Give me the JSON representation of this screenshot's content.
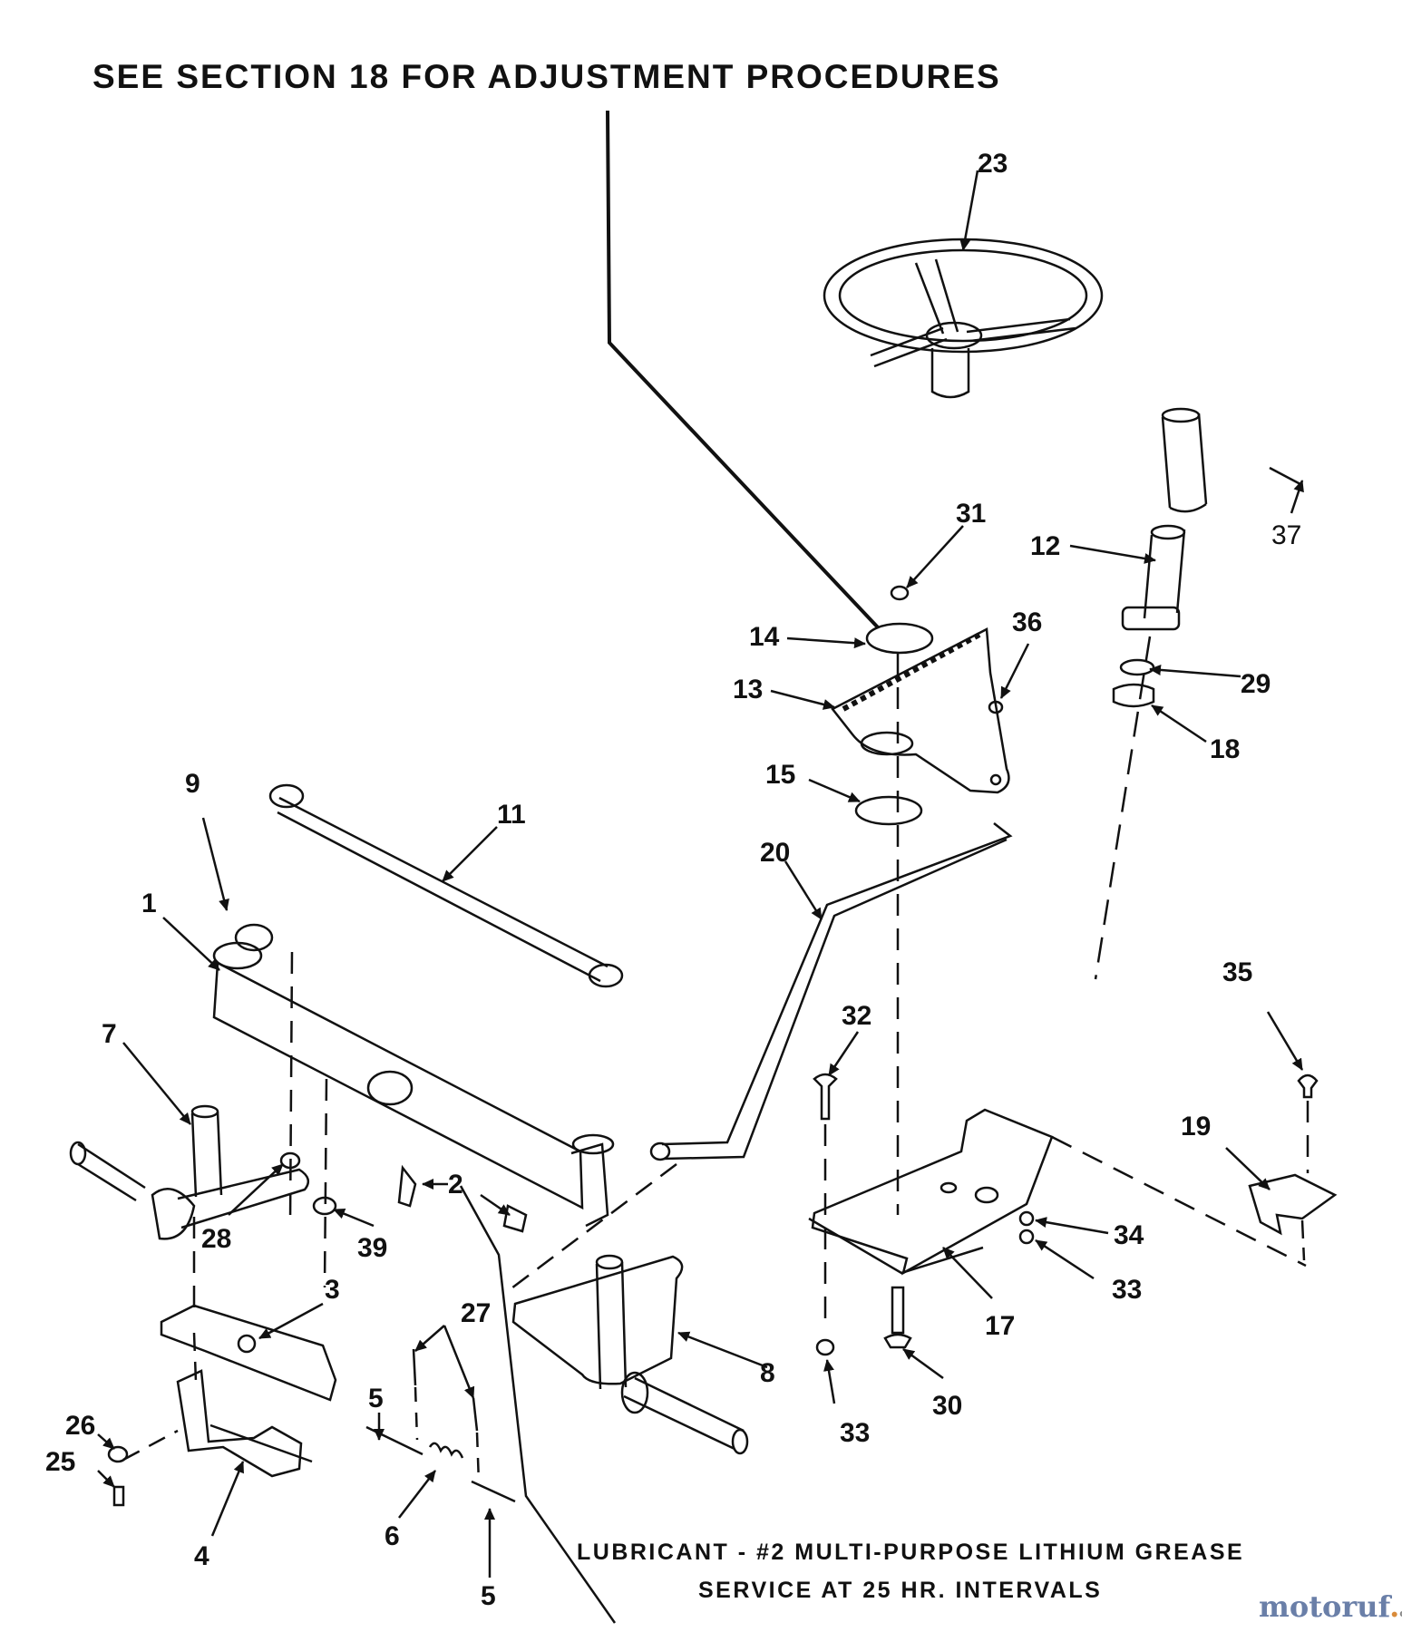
{
  "header": "SEE SECTION 18 FOR ADJUSTMENT PROCEDURES",
  "notes": {
    "lubricant": "LUBRICANT - #2 MULTI-PURPOSE LITHIUM GREASE",
    "service": "SERVICE AT 25 HR. INTERVALS"
  },
  "watermark": {
    "a": "motoruf",
    "b": ".",
    "c": "de"
  },
  "callouts": [
    {
      "id": "1",
      "label": "1"
    },
    {
      "id": "2",
      "label": "2"
    },
    {
      "id": "3",
      "label": "3"
    },
    {
      "id": "4",
      "label": "4"
    },
    {
      "id": "5a",
      "label": "5"
    },
    {
      "id": "5b",
      "label": "5"
    },
    {
      "id": "6",
      "label": "6"
    },
    {
      "id": "7",
      "label": "7"
    },
    {
      "id": "8",
      "label": "8"
    },
    {
      "id": "9",
      "label": "9"
    },
    {
      "id": "11",
      "label": "11"
    },
    {
      "id": "12",
      "label": "12"
    },
    {
      "id": "13",
      "label": "13"
    },
    {
      "id": "14",
      "label": "14"
    },
    {
      "id": "15",
      "label": "15"
    },
    {
      "id": "17",
      "label": "17"
    },
    {
      "id": "18",
      "label": "18"
    },
    {
      "id": "19",
      "label": "19"
    },
    {
      "id": "20",
      "label": "20"
    },
    {
      "id": "23",
      "label": "23"
    },
    {
      "id": "25",
      "label": "25"
    },
    {
      "id": "26",
      "label": "26"
    },
    {
      "id": "27",
      "label": "27"
    },
    {
      "id": "28",
      "label": "28"
    },
    {
      "id": "29",
      "label": "29"
    },
    {
      "id": "30",
      "label": "30"
    },
    {
      "id": "31",
      "label": "31"
    },
    {
      "id": "32",
      "label": "32"
    },
    {
      "id": "33a",
      "label": "33"
    },
    {
      "id": "33b",
      "label": "33"
    },
    {
      "id": "34",
      "label": "34"
    },
    {
      "id": "35",
      "label": "35"
    },
    {
      "id": "36",
      "label": "36"
    },
    {
      "id": "37",
      "label": "37"
    },
    {
      "id": "39",
      "label": "39"
    }
  ]
}
